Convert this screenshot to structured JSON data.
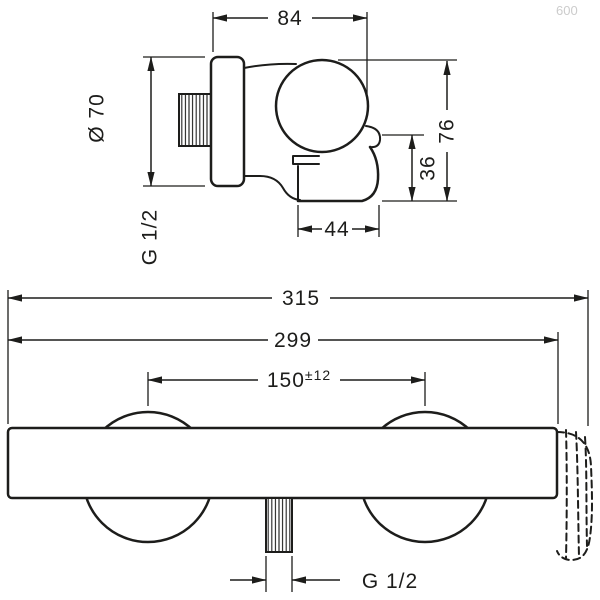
{
  "drawing": {
    "watermark": "600",
    "top_view": {
      "dim_depth": "84",
      "dim_escutcheon": "Ø 70",
      "dim_height": "76",
      "dim_handle_height": "36",
      "dim_handle_depth": "44",
      "thread": "G 1/2"
    },
    "front_view": {
      "dim_total_width": "315",
      "dim_body_width": "299",
      "dim_connection_distance": "150",
      "dim_connection_tolerance": "±12",
      "outlet_thread": "G 1/2"
    },
    "colors": {
      "line": "#1d1d1b",
      "paper": "#ffffff"
    }
  }
}
